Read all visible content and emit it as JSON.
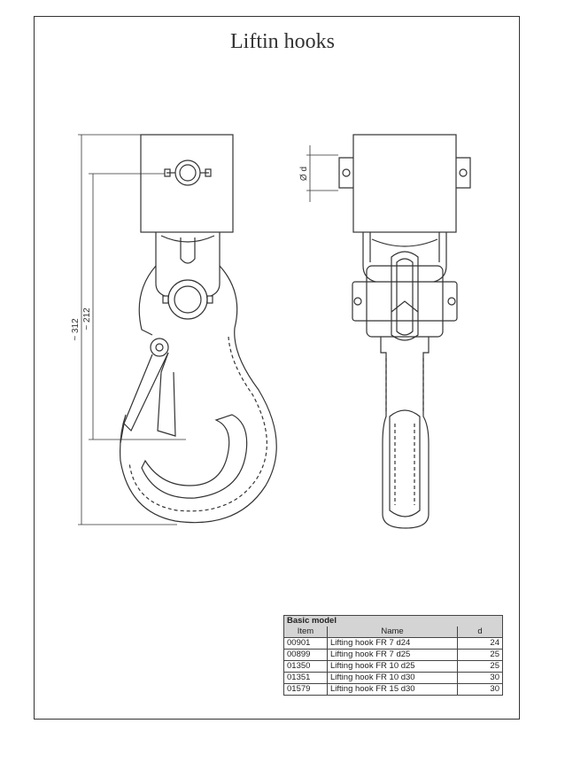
{
  "title": "Liftin hooks",
  "dimensions": {
    "overall": "~ 312",
    "inner": "~ 212",
    "diameter": "Ø d"
  },
  "table": {
    "caption": "Basic model",
    "columns": [
      "Item",
      "Name",
      "d"
    ],
    "rows": [
      {
        "item": "00901",
        "name": "Lifting hook FR 7 d24",
        "d": "24"
      },
      {
        "item": "00899",
        "name": "Lifting hook FR 7 d25",
        "d": "25"
      },
      {
        "item": "01350",
        "name": "Lifting hook FR 10 d25",
        "d": "25"
      },
      {
        "item": "01351",
        "name": "Lifting hook FR 10 d30",
        "d": "30"
      },
      {
        "item": "01579",
        "name": "Lifting hook FR 15 d30",
        "d": "30"
      }
    ]
  }
}
